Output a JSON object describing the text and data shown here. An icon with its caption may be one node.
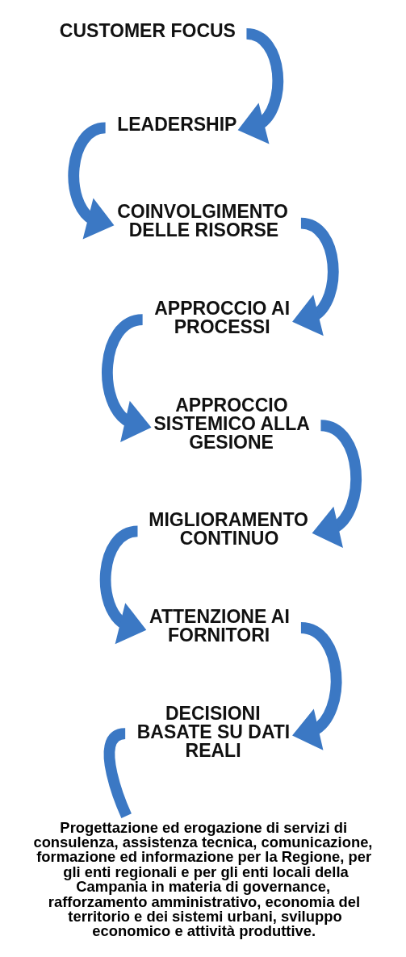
{
  "diagram": {
    "caption": "Progettazione ed erogazione di servizi di consulenza, assistenza tecnica, comunicazione, formazione ed informazione per la Regione, per gli enti regionali e per gli enti locali della Campania in materia di governance, rafforzamento amministrativo, economia del territorio e dei sistemi urbani, sviluppo economico e attività produttive.",
    "nodes": [
      {
        "text": [
          "CUSTOMER FOCUS"
        ]
      },
      {
        "text": [
          "LEADERSHIP"
        ]
      },
      {
        "text": [
          "COINVOLGIMENTO DELLE RISORSE"
        ]
      },
      {
        "text": [
          "APPROCCIO AI PROCESSI"
        ]
      },
      {
        "text": [
          "APPROCCIO SISTEMICO ALLA GESIONE"
        ]
      },
      {
        "text": [
          "MIGLIORAMENTO CONTINUO"
        ]
      },
      {
        "text": [
          "ATTENZIONE AI FORNITORI"
        ]
      },
      {
        "text": [
          "DECISIONI BASATE SU DATI REALI"
        ]
      }
    ],
    "edges": [
      {
        "from": 0,
        "to": 1,
        "arrow": "to"
      },
      {
        "from": 1,
        "to": 2,
        "arrow": "to"
      },
      {
        "from": 2,
        "to": 3,
        "arrow": "to"
      },
      {
        "from": 3,
        "to": 4,
        "arrow": "to"
      },
      {
        "from": 4,
        "to": 5,
        "arrow": "to"
      },
      {
        "from": 5,
        "to": 6,
        "arrow": "to"
      },
      {
        "from": 6,
        "to": 7,
        "arrow": "to"
      },
      {
        "from": 7,
        "to": null,
        "arrow": "none"
      }
    ]
  }
}
